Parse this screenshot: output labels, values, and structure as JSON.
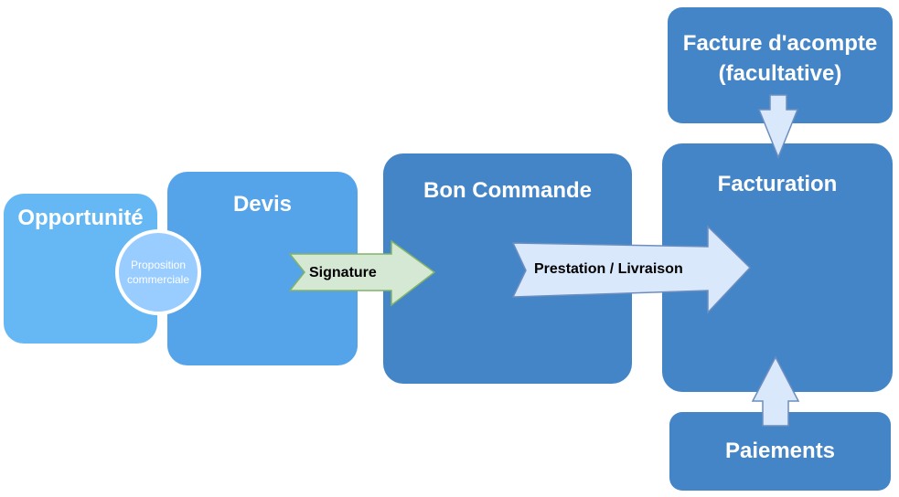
{
  "nodes": {
    "opportunite": "Opportunité",
    "devis": "Devis",
    "bon_commande": "Bon Commande",
    "facturation": "Facturation",
    "facture_acompte_line1": "Facture d'acompte",
    "facture_acompte_line2": "(facultative)",
    "paiements": "Paiements"
  },
  "badge": {
    "line1": "Proposition",
    "line2": "commerciale"
  },
  "arrows": {
    "signature": "Signature",
    "prestation": "Prestation / Livraison"
  },
  "colors": {
    "opportunite": "#66b8f5",
    "devis": "#55a3e8",
    "dark_blue": "#4485c8",
    "badge": "#99ccff",
    "signature_arrow": "#d5e8d4",
    "pale_arrow": "#dae8fc"
  }
}
